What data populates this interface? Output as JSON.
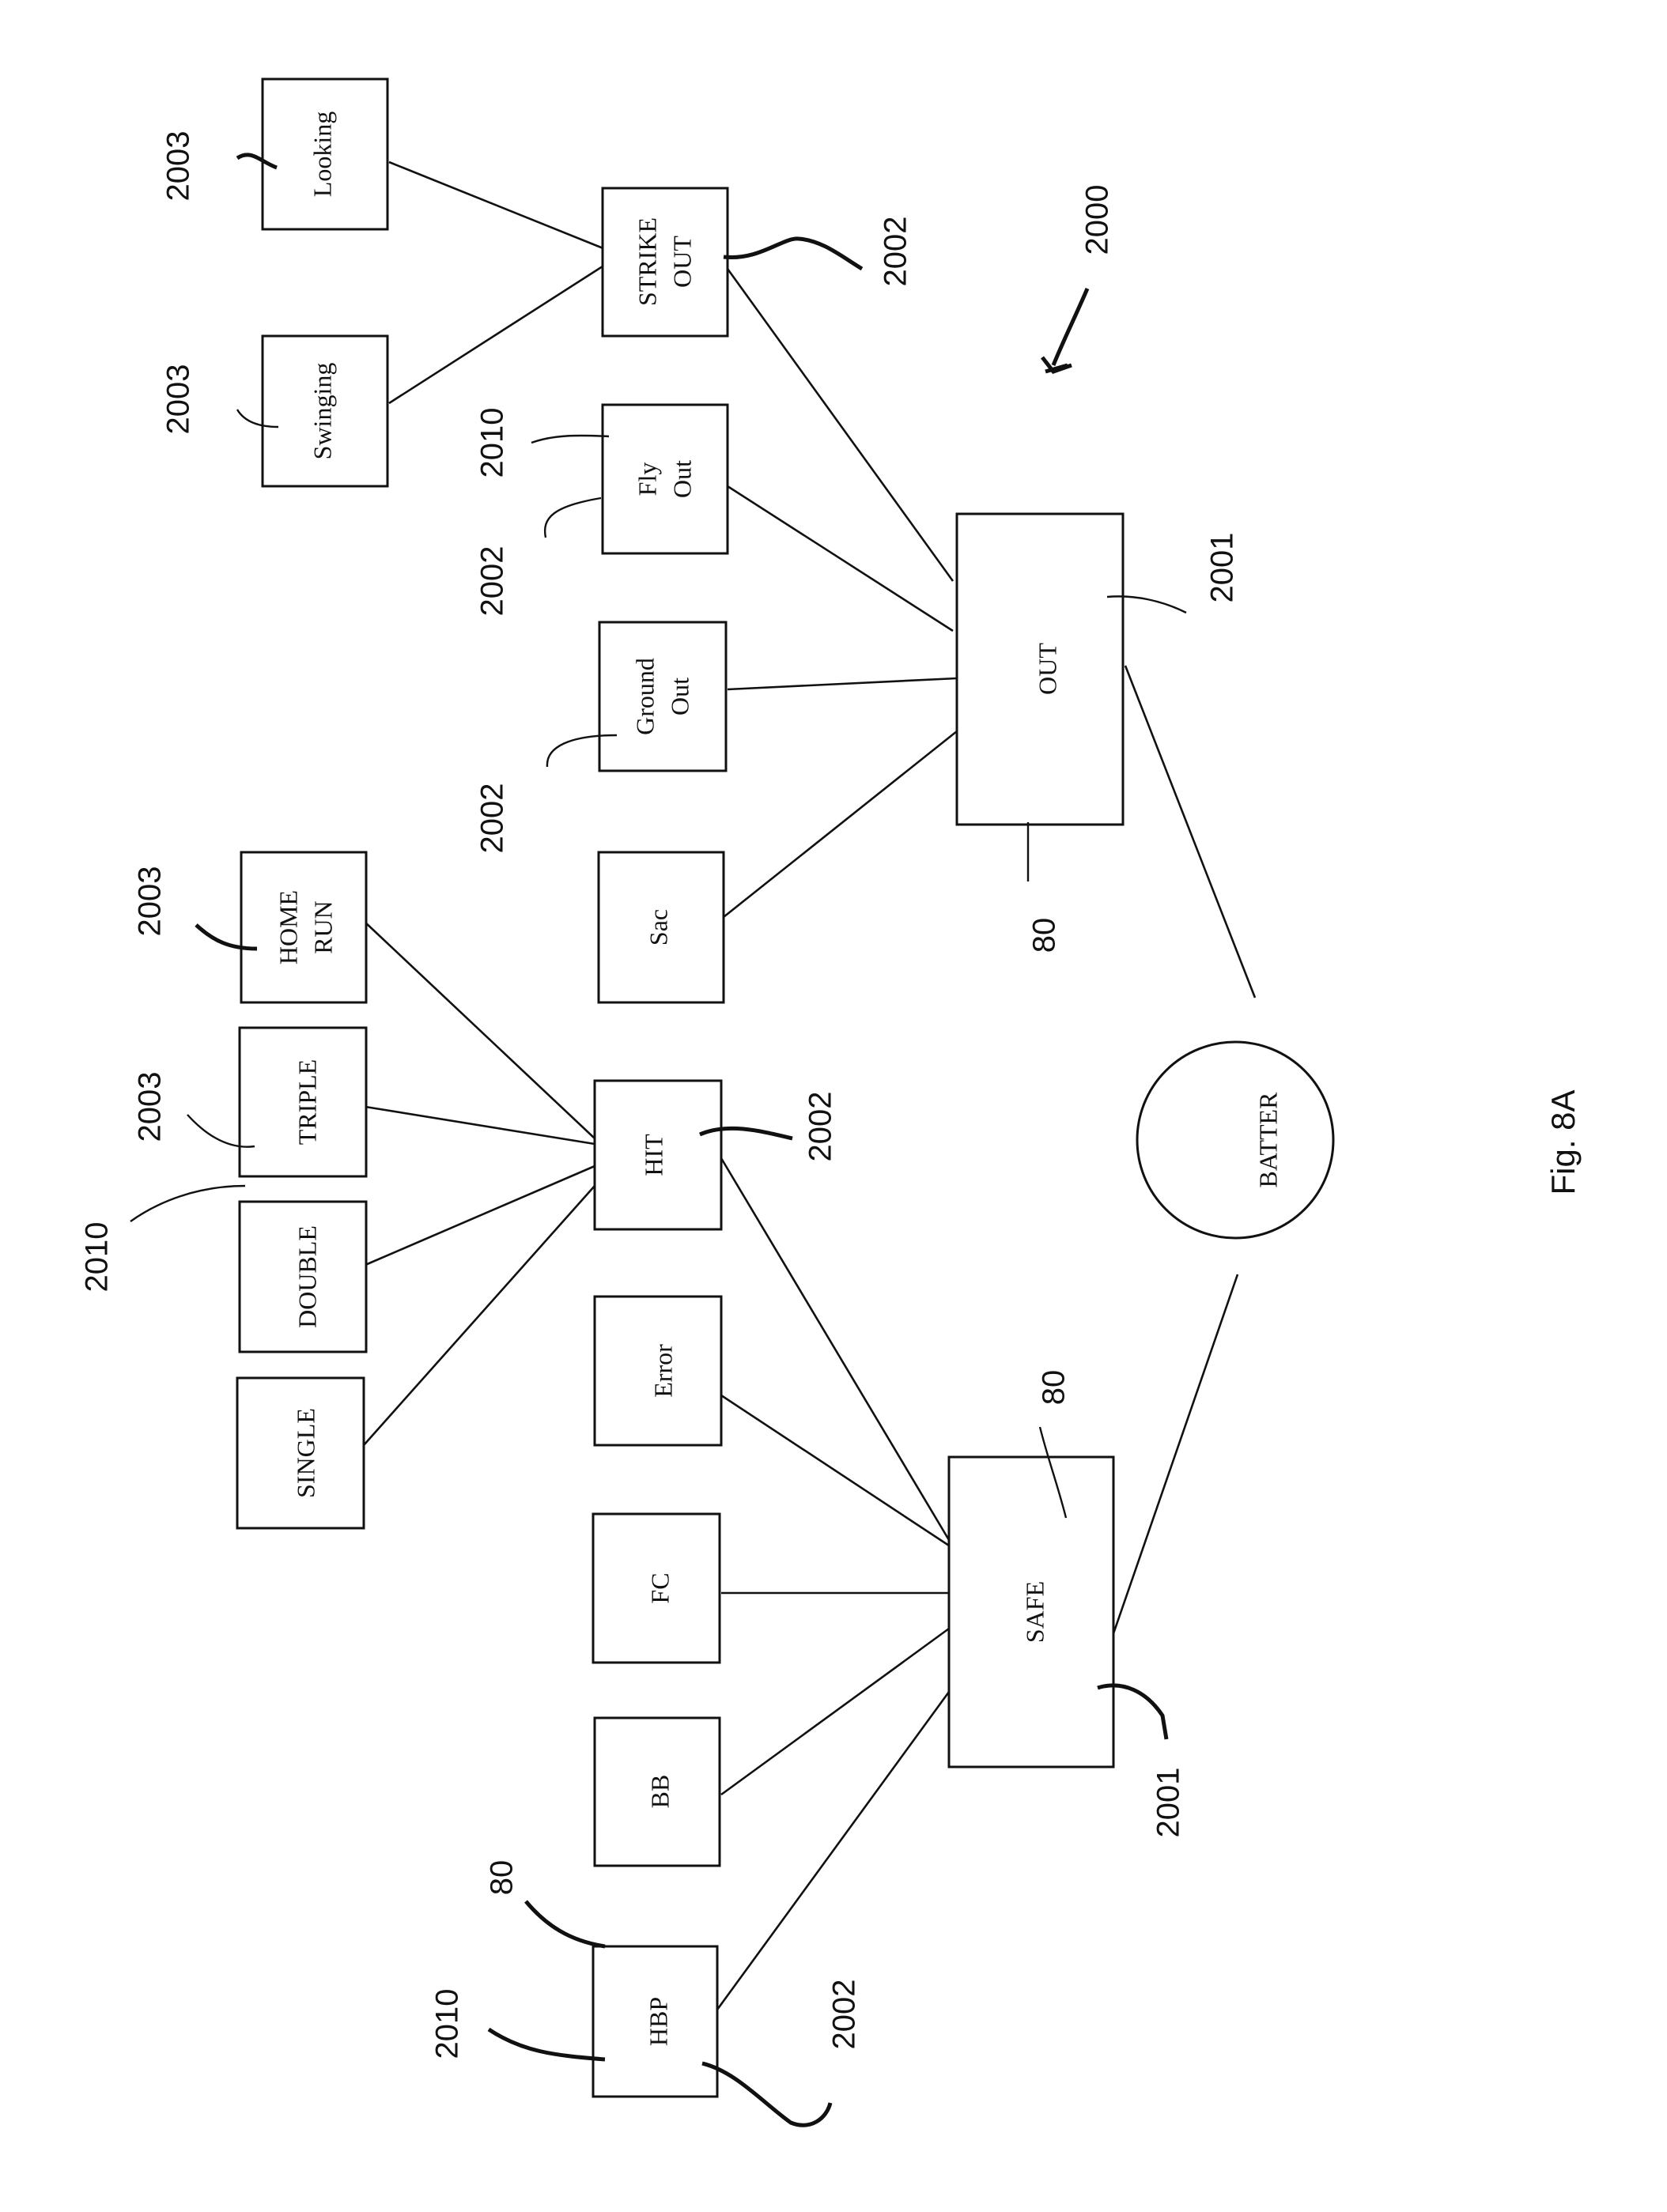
{
  "figure": {
    "label": "Fig. 8A",
    "ref": "2000"
  },
  "nodes": {
    "batter": {
      "label": "BATTER"
    },
    "out": {
      "label": "OUT"
    },
    "safe": {
      "label": "SAFE"
    },
    "strike_out": {
      "lines": [
        "STRIKE",
        "OUT"
      ]
    },
    "fly_out": {
      "lines": [
        "Fly",
        "Out"
      ]
    },
    "ground_out": {
      "lines": [
        "Ground",
        "Out"
      ]
    },
    "sac": {
      "label": "Sac"
    },
    "looking": {
      "label": "Looking"
    },
    "swinging": {
      "label": "Swinging"
    },
    "hit": {
      "label": "HIT"
    },
    "error": {
      "label": "Error"
    },
    "fc": {
      "label": "FC"
    },
    "bb": {
      "label": "BB"
    },
    "hbp": {
      "label": "HBP"
    },
    "home_run": {
      "lines": [
        "HOME",
        "RUN"
      ]
    },
    "triple": {
      "label": "TRIPLE"
    },
    "double": {
      "label": "DOUBLE"
    },
    "single": {
      "label": "SINGLE"
    }
  },
  "refs": {
    "looking_ref": "2003",
    "swinging_ref": "2003",
    "strike_out_ref": "2002",
    "fly_out_ref_a": "2010",
    "fly_out_ref_b": "2002",
    "ground_out_ref": "2002",
    "out_ref_a": "2001",
    "out_ref_b": "80",
    "home_run_ref": "2003",
    "triple_ref_a": "2003",
    "triple_ref_b": "2010",
    "hit_ref": "2002",
    "safe_ref_a": "80",
    "safe_ref_b": "2001",
    "hbp_ref_a": "80",
    "hbp_ref_b": "2010",
    "hbp_ref_c": "2002"
  }
}
